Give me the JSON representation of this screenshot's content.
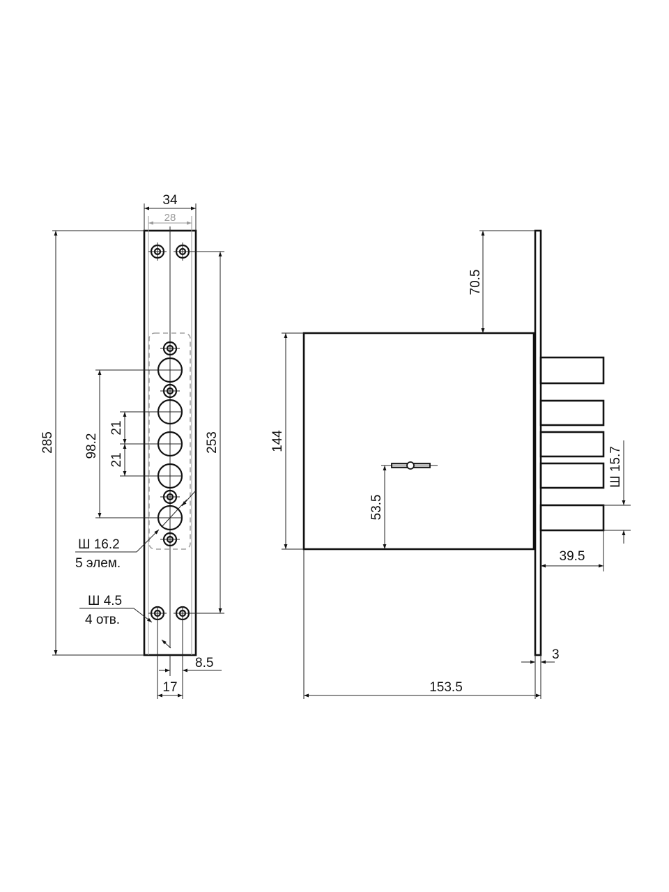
{
  "faceplate_view": {
    "width_total": "34",
    "width_inner": "28",
    "height_total": "285",
    "hole_spacing_vertical": "253",
    "bolt_span": "98.2",
    "bolt_pitch_1": "21",
    "bolt_pitch_2": "21",
    "bolt_diameter": "Ш 16.2",
    "bolt_count": "5 элем.",
    "hole_diameter": "Ш 4.5",
    "hole_count": "4 отв.",
    "hole_offset": "8.5",
    "hole_spacing_horizontal": "17"
  },
  "side_view": {
    "top_offset": "70.5",
    "body_height": "144",
    "keyhole_height": "53.5",
    "bolt_diameter": "Ш 15.7",
    "bolt_projection": "39.5",
    "faceplate_thickness": "3",
    "total_depth": "153.5"
  }
}
